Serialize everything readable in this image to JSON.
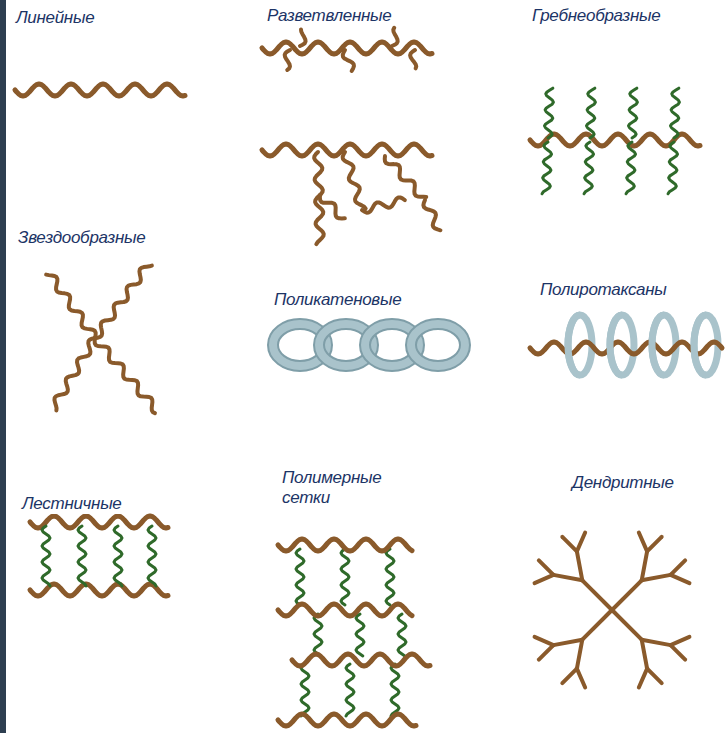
{
  "diagram": {
    "labels": [
      "Линейные",
      "Разветвленные",
      "Гребнеобразные",
      "Звездообразные",
      "Поликатеновые",
      "Полиротаксаны",
      "Лестничные",
      "Полимерные сетки",
      "Дендритные"
    ]
  }
}
